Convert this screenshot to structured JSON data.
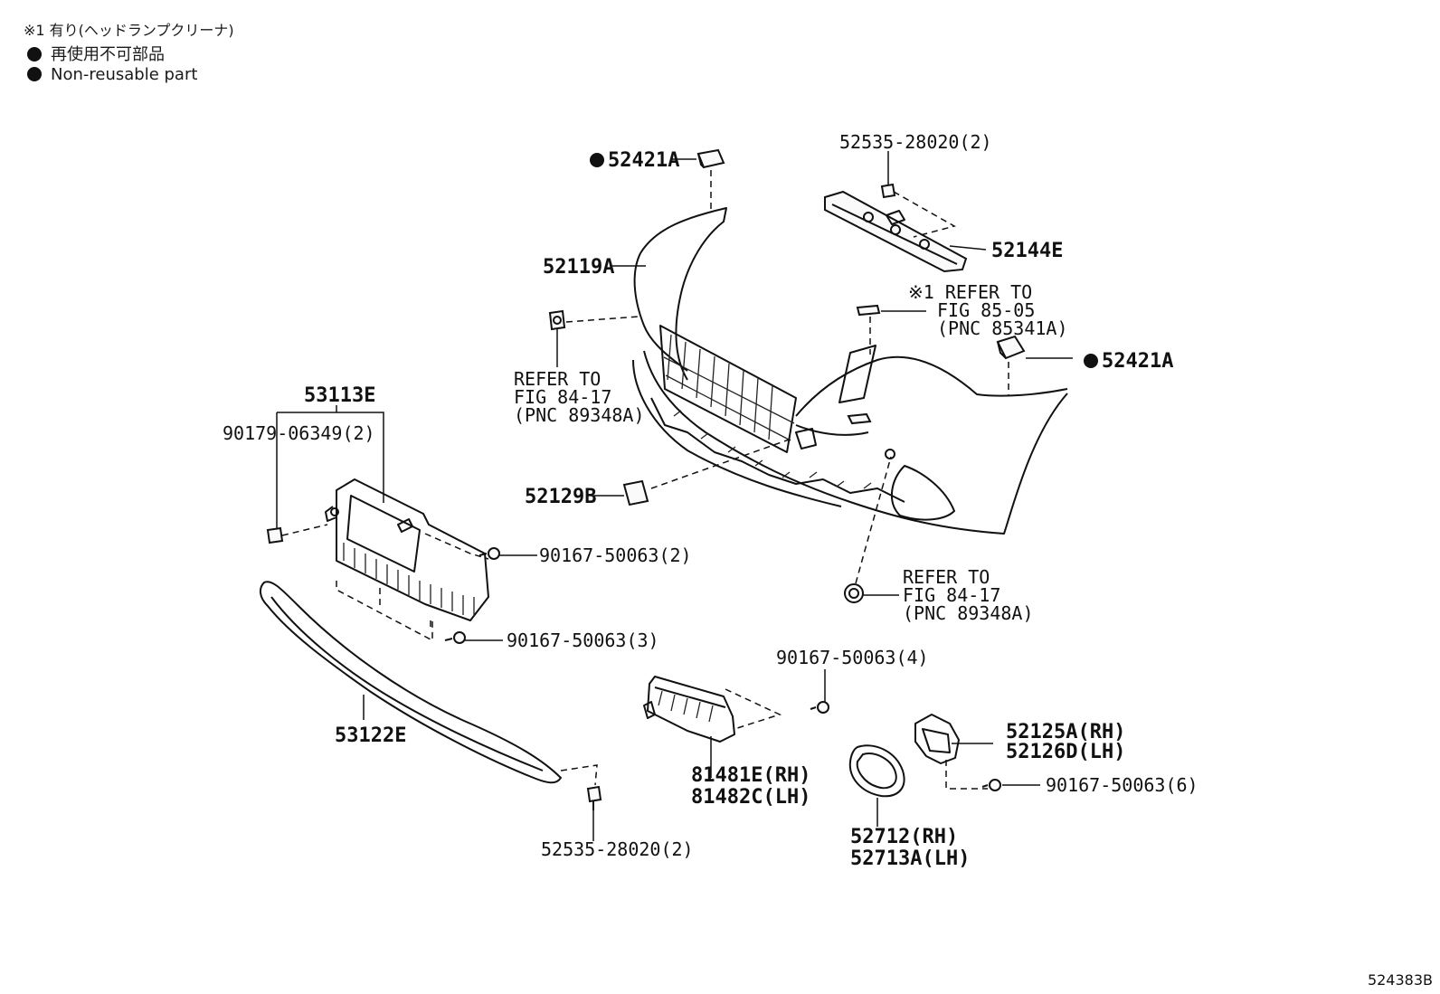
{
  "notes": {
    "line1": "※1 有り(ヘッドランプクリーナ)",
    "line2": "再使用不可部品",
    "line3": "Non-reusable part"
  },
  "labels": {
    "p52421A_top": "52421A",
    "p52535_top": "52535-28020(2)",
    "p52144E": "52144E",
    "p52119A": "52119A",
    "ref1_a": "※1 REFER TO",
    "ref1_b": "FIG 85-05",
    "ref1_c": "(PNC 85341A)",
    "p52421A_right": "52421A",
    "ref2_a": "REFER TO",
    "ref2_b": "FIG 84-17",
    "ref2_c": "(PNC 89348A)",
    "p53113E": "53113E",
    "p90179": "90179-06349(2)",
    "p52129B": "52129B",
    "p90167_2": "90167-50063(2)",
    "p90167_3": "90167-50063(3)",
    "ref3_a": "REFER TO",
    "ref3_b": "FIG 84-17",
    "ref3_c": "(PNC 89348A)",
    "p90167_4": "90167-50063(4)",
    "p53122E": "53122E",
    "p52125A": "52125A(RH)",
    "p52126D": "52126D(LH)",
    "p90167_6": "90167-50063(6)",
    "p81481E": "81481E(RH)",
    "p81482C": "81482C(LH)",
    "p52535_bottom": "52535-28020(2)",
    "p52712": "52712(RH)",
    "p52713A": "52713A(LH)"
  },
  "diagram_id": "524383B",
  "colors": {
    "ink": "#111111",
    "background": "#ffffff"
  }
}
